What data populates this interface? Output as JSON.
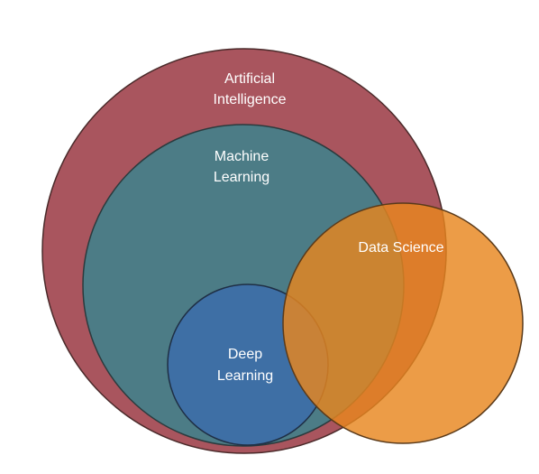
{
  "diagram": {
    "artificial_intelligence": {
      "line1": "Artificial",
      "line2": "Intelligence",
      "color": "#A9555E"
    },
    "machine_learning": {
      "line1": "Machine",
      "line2": "Learning",
      "color": "#4C7C86"
    },
    "deep_learning": {
      "line1": "Deep",
      "line2": "Learning",
      "color": "#3E6FA5"
    },
    "data_science": {
      "label": "Data Science",
      "color": "#E8861F"
    }
  }
}
